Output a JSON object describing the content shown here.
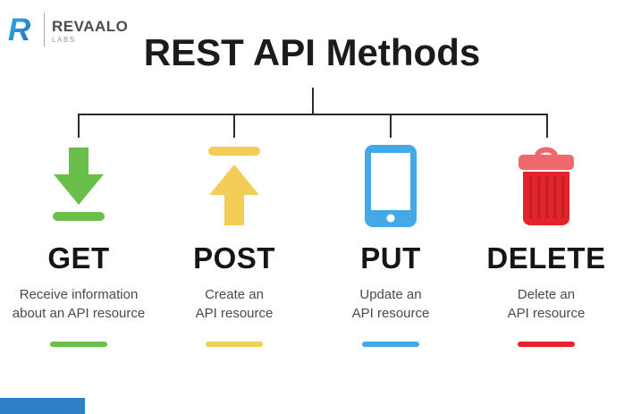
{
  "logo": {
    "name": "REVAALO",
    "sub": "LABS",
    "mark_letter": "R"
  },
  "title": "REST API Methods",
  "columns": [
    {
      "method": "GET",
      "icon": "download-arrow-icon",
      "desc_line1": "Receive information",
      "desc_line2": "about an API resource"
    },
    {
      "method": "POST",
      "icon": "upload-arrow-icon",
      "desc_line1": "Create an",
      "desc_line2": "API resource"
    },
    {
      "method": "PUT",
      "icon": "phone-icon",
      "desc_line1": "Update an",
      "desc_line2": "API resource"
    },
    {
      "method": "DELETE",
      "icon": "trash-icon",
      "desc_line1": "Delete an",
      "desc_line2": "API resource"
    }
  ],
  "colors": {
    "get": "#6abf4a",
    "post": "#f3cd55",
    "put": "#45a9e8",
    "delete": "#e4232a",
    "delete_lid": "#ef686c",
    "delete_stripe": "#c32025",
    "connector": "#2e2a2b",
    "title_text": "#1b1b1b",
    "desc_text": "#4a4a4a",
    "logo_text": "#4d4d4f",
    "logo_sub": "#939598",
    "logo_blue_dark": "#1c6fb8",
    "logo_blue_light": "#35b1e8",
    "bottom_bar": "#2e80c4"
  }
}
